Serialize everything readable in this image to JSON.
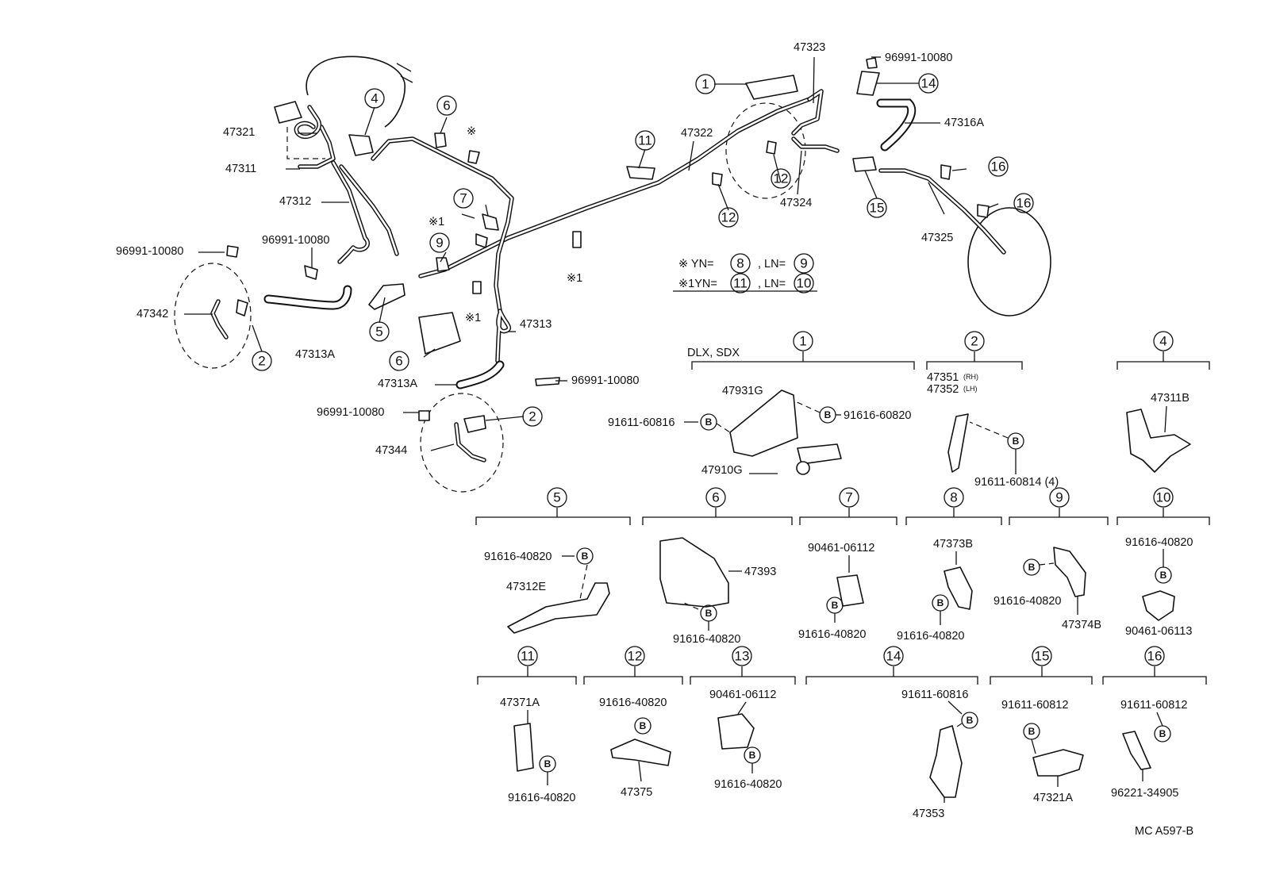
{
  "parts": {
    "p47323": "47323",
    "p96991_top": "96991-10080",
    "p47321": "47321",
    "p47311": "47311",
    "p47312": "47312",
    "p96991_left": "96991-10080",
    "p96991_mid": "96991-10080",
    "p47342": "47342",
    "p47313A_a": "47313A",
    "p47313": "47313",
    "p47313A_b": "47313A",
    "p96991_c": "96991-10080",
    "p96991_d": "96991-10080",
    "p47344": "47344",
    "p47322": "47322",
    "p47316A": "47316A",
    "p47324": "47324",
    "p47325": "47325"
  },
  "notes": {
    "note1": "※ YN=",
    "note1b": ", LN=",
    "note2": "※1YN=",
    "note2b": ", LN=",
    "mark": "※",
    "mark1": "※1"
  },
  "circles": [
    "1",
    "2",
    "4",
    "5",
    "6",
    "7",
    "8",
    "9",
    "10",
    "11",
    "12",
    "13",
    "14",
    "15",
    "16"
  ],
  "bolt_letter": "B",
  "detail": {
    "d1_variant": "DLX, SDX",
    "d1_bracket": "47931G",
    "d1_valve": "47910G",
    "d1_bolt_left": "91611-60816",
    "d1_bolt_right": "91616-60820",
    "d2_rh": "47351",
    "d2_rh_tag": "(RH)",
    "d2_lh": "47352",
    "d2_lh_tag": "(LH)",
    "d2_bolt": "91611-60814",
    "d2_qty": "(4)",
    "d4_part": "47311B",
    "d5_bolt": "91616-40820",
    "d5_part": "47312E",
    "d6_part": "47393",
    "d6_bolt": "91616-40820",
    "d7_clip": "90461-06112",
    "d7_bolt": "91616-40820",
    "d8_part": "47373B",
    "d8_bolt": "91616-40820",
    "d9_bolt": "91616-40820",
    "d9_part": "47374B",
    "d10_bolt": "91616-40820",
    "d10_clip": "90461-06113",
    "d11_part": "47371A",
    "d11_bolt": "91616-40820",
    "d12_bolt": "91616-40820",
    "d12_part": "47375",
    "d13_clip": "90461-06112",
    "d13_bolt": "91616-40820",
    "d14_bolt": "91611-60816",
    "d14_part": "47353",
    "d15_bolt": "91611-60812",
    "d15_part": "47321A",
    "d16_bolt": "91611-60812",
    "d16_part": "96221-34905"
  },
  "footer": {
    "code": "MC A597-B"
  }
}
